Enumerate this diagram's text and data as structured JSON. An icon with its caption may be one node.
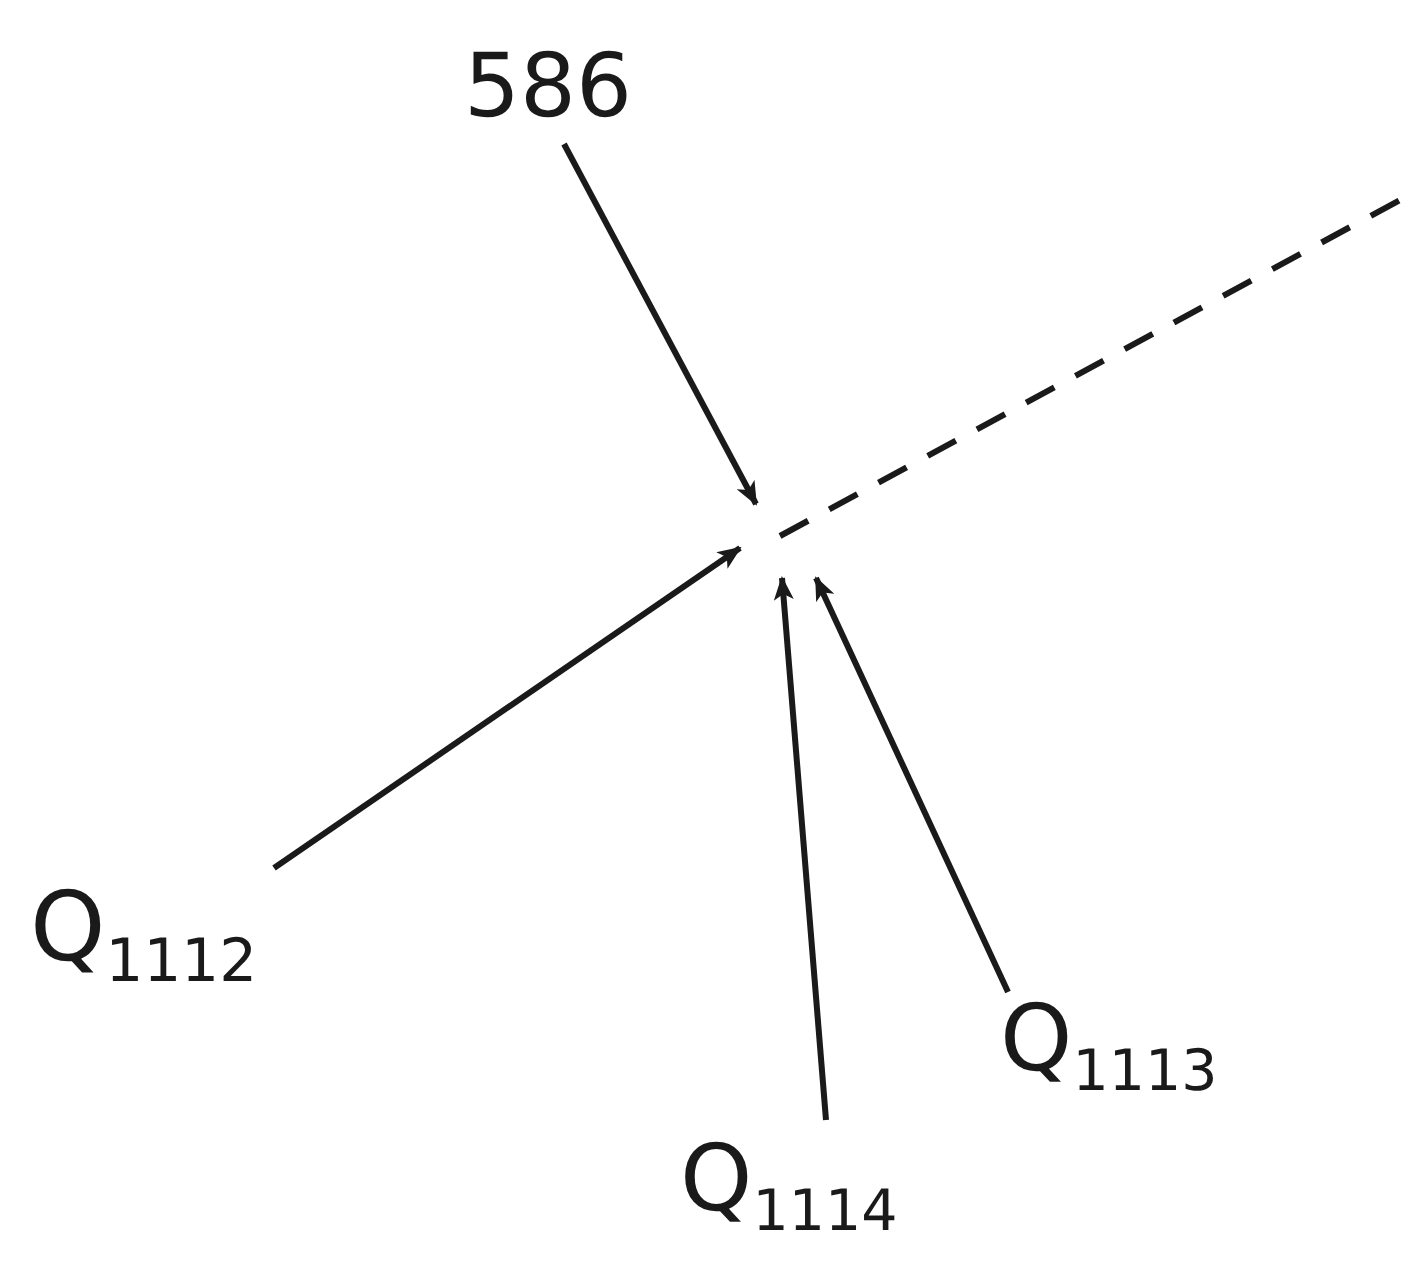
{
  "diagram": {
    "nodes": [
      {
        "text": [
          "586"
        ]
      },
      {
        "text": [
          "Q$_{1112}$"
        ]
      },
      {
        "text": [
          "Q$_{1114}$"
        ]
      },
      {
        "text": [
          "Q$_{1113}$"
        ]
      }
    ],
    "edges": [
      {
        "from": 0,
        "to": null,
        "arrow": "to"
      },
      {
        "from": 1,
        "to": null,
        "arrow": "to"
      },
      {
        "from": 2,
        "to": null,
        "arrow": "to"
      },
      {
        "from": 3,
        "to": null,
        "arrow": "to"
      }
    ]
  }
}
